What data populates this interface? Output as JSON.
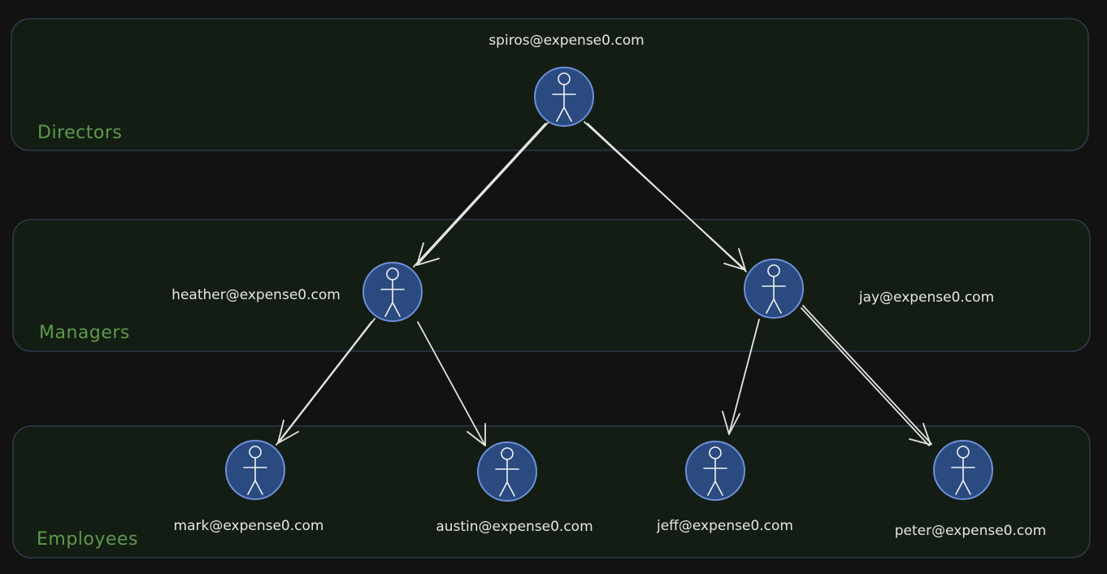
{
  "colors": {
    "background": "#121212",
    "lane_fill": "#141d14",
    "lane_border": "#2c3a4a",
    "lane_label": "#5d9a4a",
    "node_fill": "#2a4a80",
    "node_border": "#6d8fd8",
    "edge": "#e4e4e4",
    "text": "#e6e6e6"
  },
  "lanes": [
    {
      "id": "directors",
      "label": "Directors"
    },
    {
      "id": "managers",
      "label": "Managers"
    },
    {
      "id": "employees",
      "label": "Employees"
    }
  ],
  "nodes": [
    {
      "id": "spiros",
      "email": "spiros@expense0.com",
      "icon": "stick-figure-icon"
    },
    {
      "id": "heather",
      "email": "heather@expense0.com",
      "icon": "stick-figure-icon"
    },
    {
      "id": "jay",
      "email": "jay@expense0.com",
      "icon": "stick-figure-icon"
    },
    {
      "id": "mark",
      "email": "mark@expense0.com",
      "icon": "stick-figure-icon"
    },
    {
      "id": "austin",
      "email": "austin@expense0.com",
      "icon": "stick-figure-icon"
    },
    {
      "id": "jeff",
      "email": "jeff@expense0.com",
      "icon": "stick-figure-icon"
    },
    {
      "id": "peter",
      "email": "peter@expense0.com",
      "icon": "stick-figure-icon"
    }
  ],
  "edges": [
    {
      "from": "spiros",
      "to": "heather"
    },
    {
      "from": "spiros",
      "to": "jay"
    },
    {
      "from": "heather",
      "to": "mark"
    },
    {
      "from": "heather",
      "to": "austin"
    },
    {
      "from": "jay",
      "to": "jeff"
    },
    {
      "from": "jay",
      "to": "peter"
    }
  ]
}
